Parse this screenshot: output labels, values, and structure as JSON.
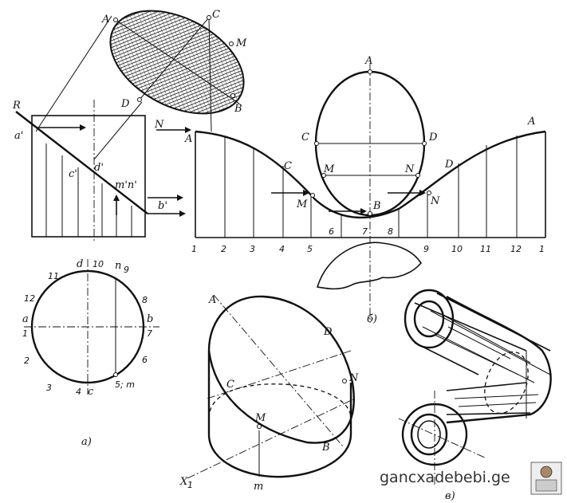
{
  "labels": {
    "A": "A",
    "C": "C",
    "D": "D",
    "M": "M",
    "B": "B",
    "N": "N",
    "R": "R",
    "a_prime": "a'",
    "c_prime": "c'",
    "d_prime": "d'",
    "mn_prime": "m'n'",
    "b_prime": "b'",
    "a": "a",
    "b": "b",
    "c": "c",
    "d": "d",
    "n": "n",
    "fig_a": "а)",
    "fig_b": "б)",
    "fig_v": "в)",
    "x1": "X",
    "x1_sub": "1",
    "m_low": "m",
    "five_m": "5; m"
  },
  "circle_numbers": [
    "1",
    "2",
    "3",
    "4",
    "5",
    "6",
    "7",
    "8",
    "9",
    "10",
    "11",
    "12"
  ],
  "axis_numbers": [
    "1",
    "2",
    "3",
    "4",
    "5",
    "6",
    "7",
    "8",
    "9",
    "10",
    "11",
    "12",
    "1"
  ],
  "watermark": "gancxadebebi.ge"
}
